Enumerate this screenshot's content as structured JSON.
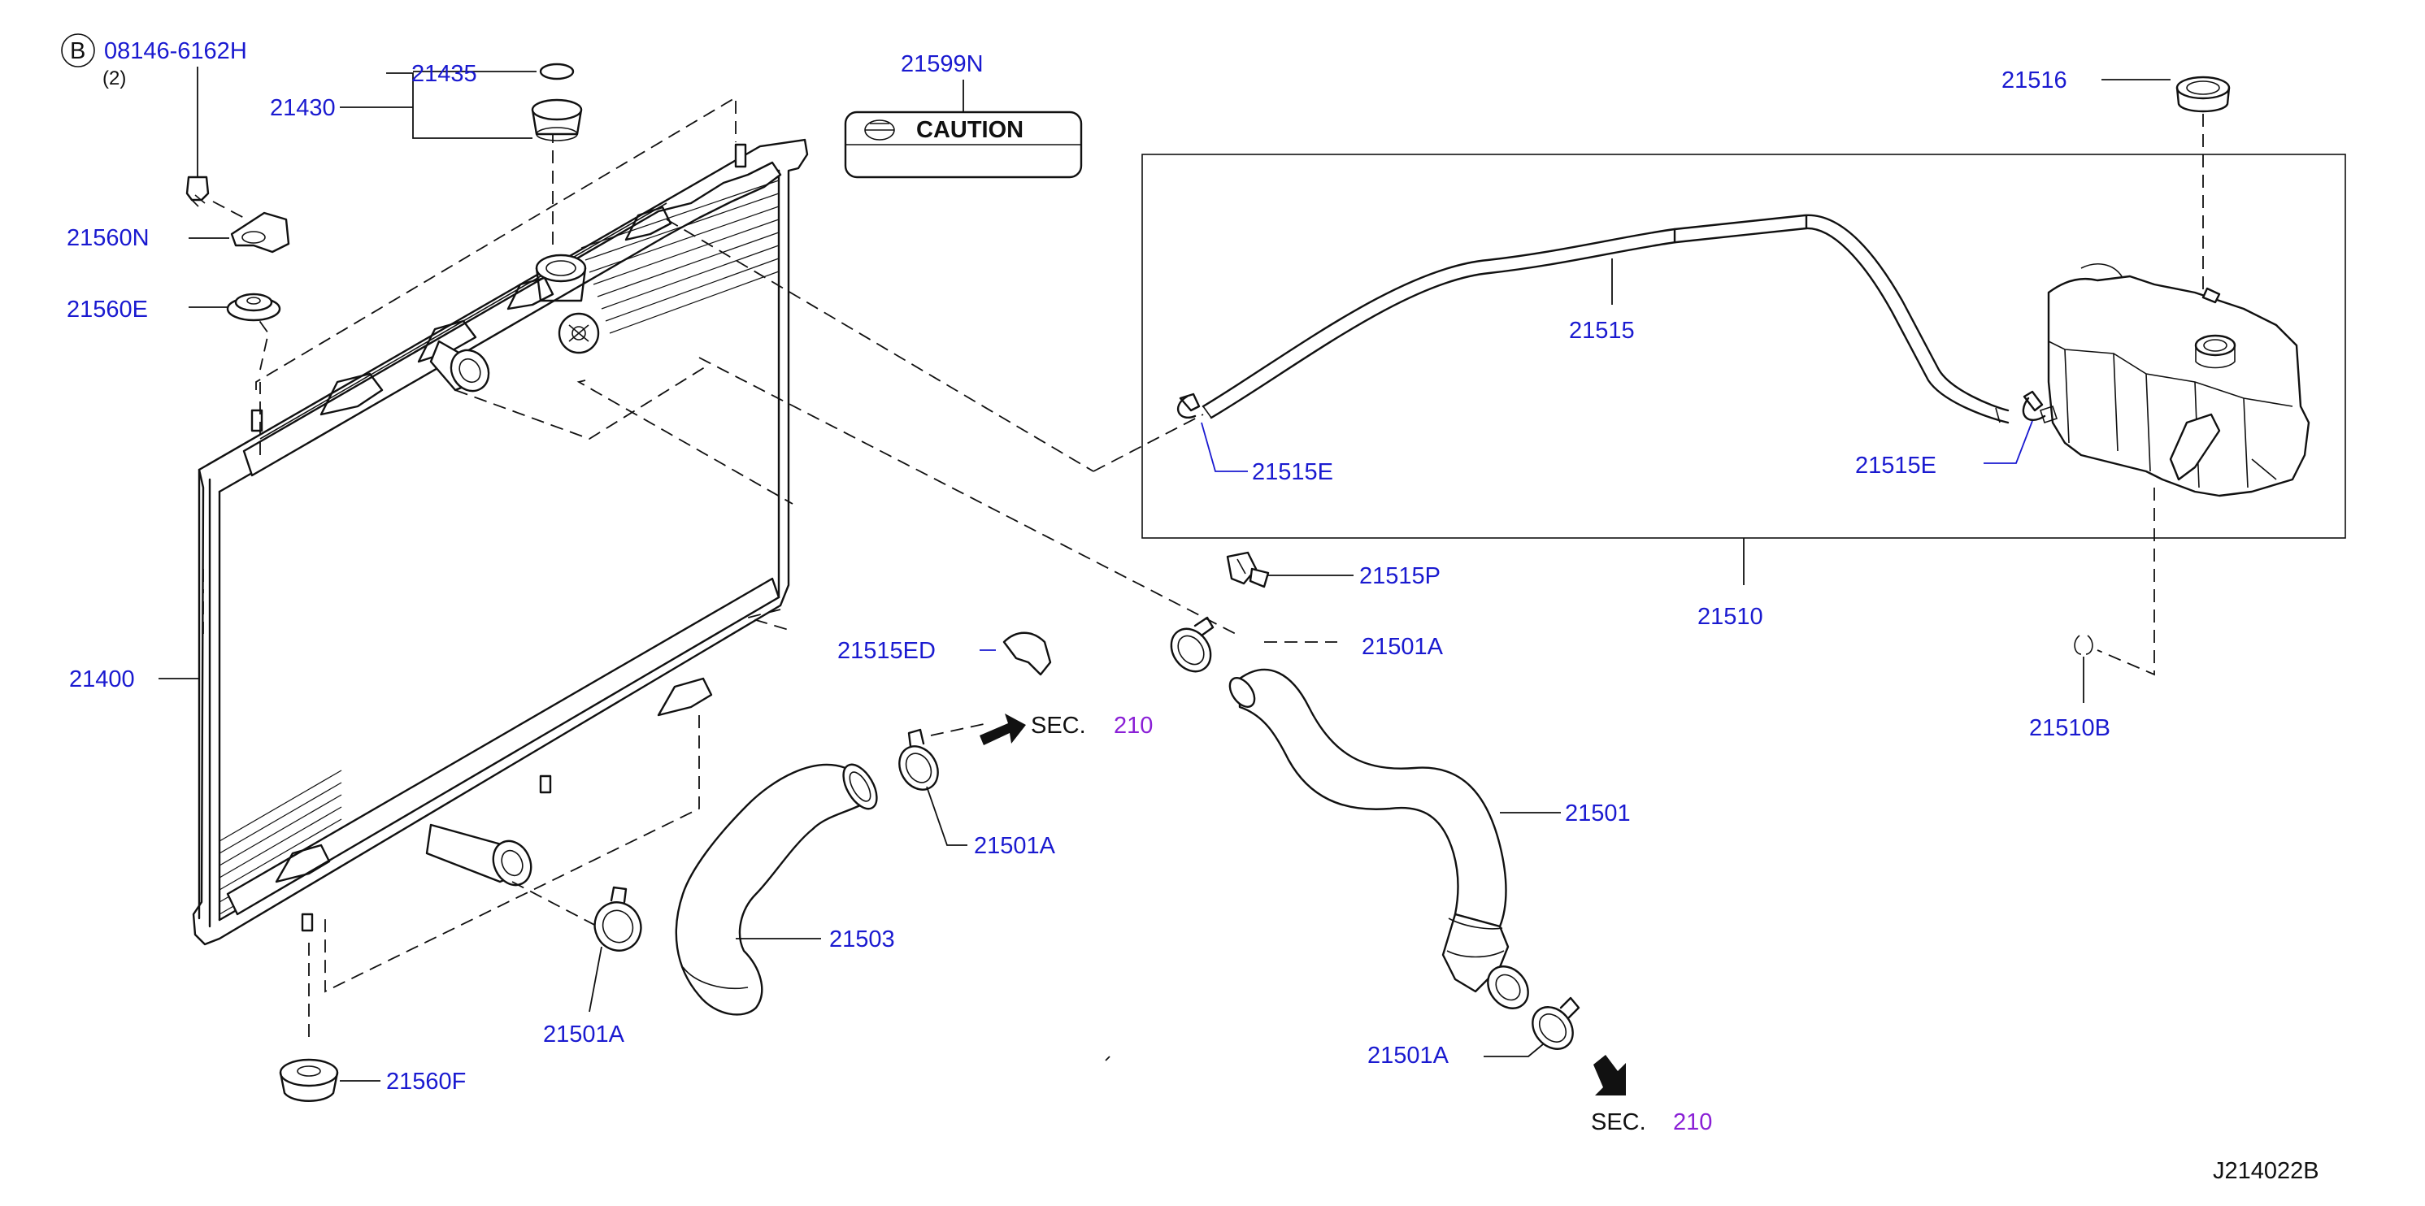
{
  "bolt": {
    "circle_letter": "B",
    "part_no": "08146-6162H",
    "qty": "(2)"
  },
  "caution_label": {
    "text": "CAUTION"
  },
  "sec_refs": [
    {
      "prefix": "SEC.",
      "number": "210"
    },
    {
      "prefix": "SEC.",
      "number": "210"
    }
  ],
  "parts": {
    "p21435": "21435",
    "p21430": "21430",
    "p21599N": "21599N",
    "p21516": "21516",
    "p21560N": "21560N",
    "p21560E": "21560E",
    "p21515": "21515",
    "p21515E_left": "21515E",
    "p21515E_right": "21515E",
    "p21515P": "21515P",
    "p21400": "21400",
    "p21515ED": "21515ED",
    "p21501A_top": "21501A",
    "p21510": "21510",
    "p21510B": "21510B",
    "p21501": "21501",
    "p21501A_mid": "21501A",
    "p21503": "21503",
    "p21501A_low": "21501A",
    "p21560F": "21560F",
    "p21501A_bottom": "21501A"
  },
  "diagram_id": "J214022B"
}
